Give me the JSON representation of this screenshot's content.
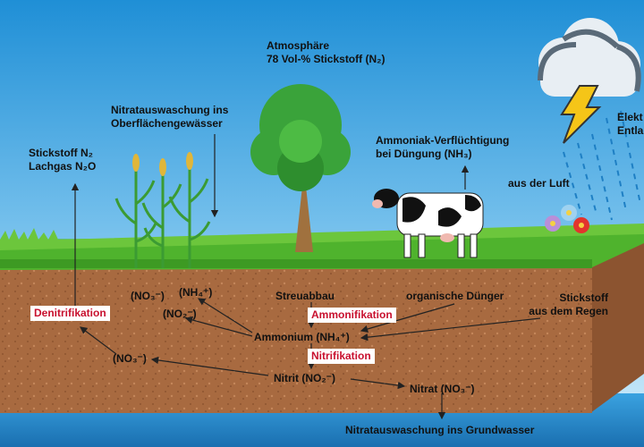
{
  "atmosphere": {
    "line1": "Atmosphäre",
    "line2": "78 Vol-% Stickstoff (N₂)"
  },
  "weather_label": {
    "line1": "Elekt",
    "line2": "Entla"
  },
  "labels": {
    "stickstoff_n2": "Stickstoff N₂",
    "lachgas": "Lachgas N₂O",
    "nitrat_surface_1": "Nitratauswaschung ins",
    "nitrat_surface_2": "Oberflächengewässer",
    "ammoniak_1": "Ammoniak-Verflüchtigung",
    "ammoniak_2": "bei Düngung (NH₃)",
    "aus_der_luft": "aus der Luft",
    "no3_top": "(NO₃⁻)",
    "nh4_top": "(NH₄⁺)",
    "no2_left": "(NO₂⁻)",
    "no3_left": "(NO₃⁻)",
    "streuabbau": "Streuabbau",
    "organische_duenger": "organische Dünger",
    "stickstoff_regen_1": "Stickstoff",
    "stickstoff_regen_2": "aus dem Regen",
    "ammonium": "Ammonium (NH₄⁺)",
    "nitrit": "Nitrit (NO₂⁻)",
    "nitrat": "Nitrat (NO₃⁻)",
    "nitrat_groundwater": "Nitratauswaschung ins Grundwasser"
  },
  "process_tags": {
    "denitrifikation": "Denitrifikation",
    "ammonifikation": "Ammonifikation",
    "nitrifikation": "Nitrifikation"
  },
  "colors": {
    "sky_top": "#1f8fd6",
    "sky_bottom": "#cfeaf8",
    "grass": "#4fb32d",
    "soil": "#a86a40",
    "soil_side": "#8c5430",
    "water": "#2a93d5",
    "process_red": "#c8102e",
    "lightning": "#f5c518",
    "tree_green": "#3aa33a"
  }
}
